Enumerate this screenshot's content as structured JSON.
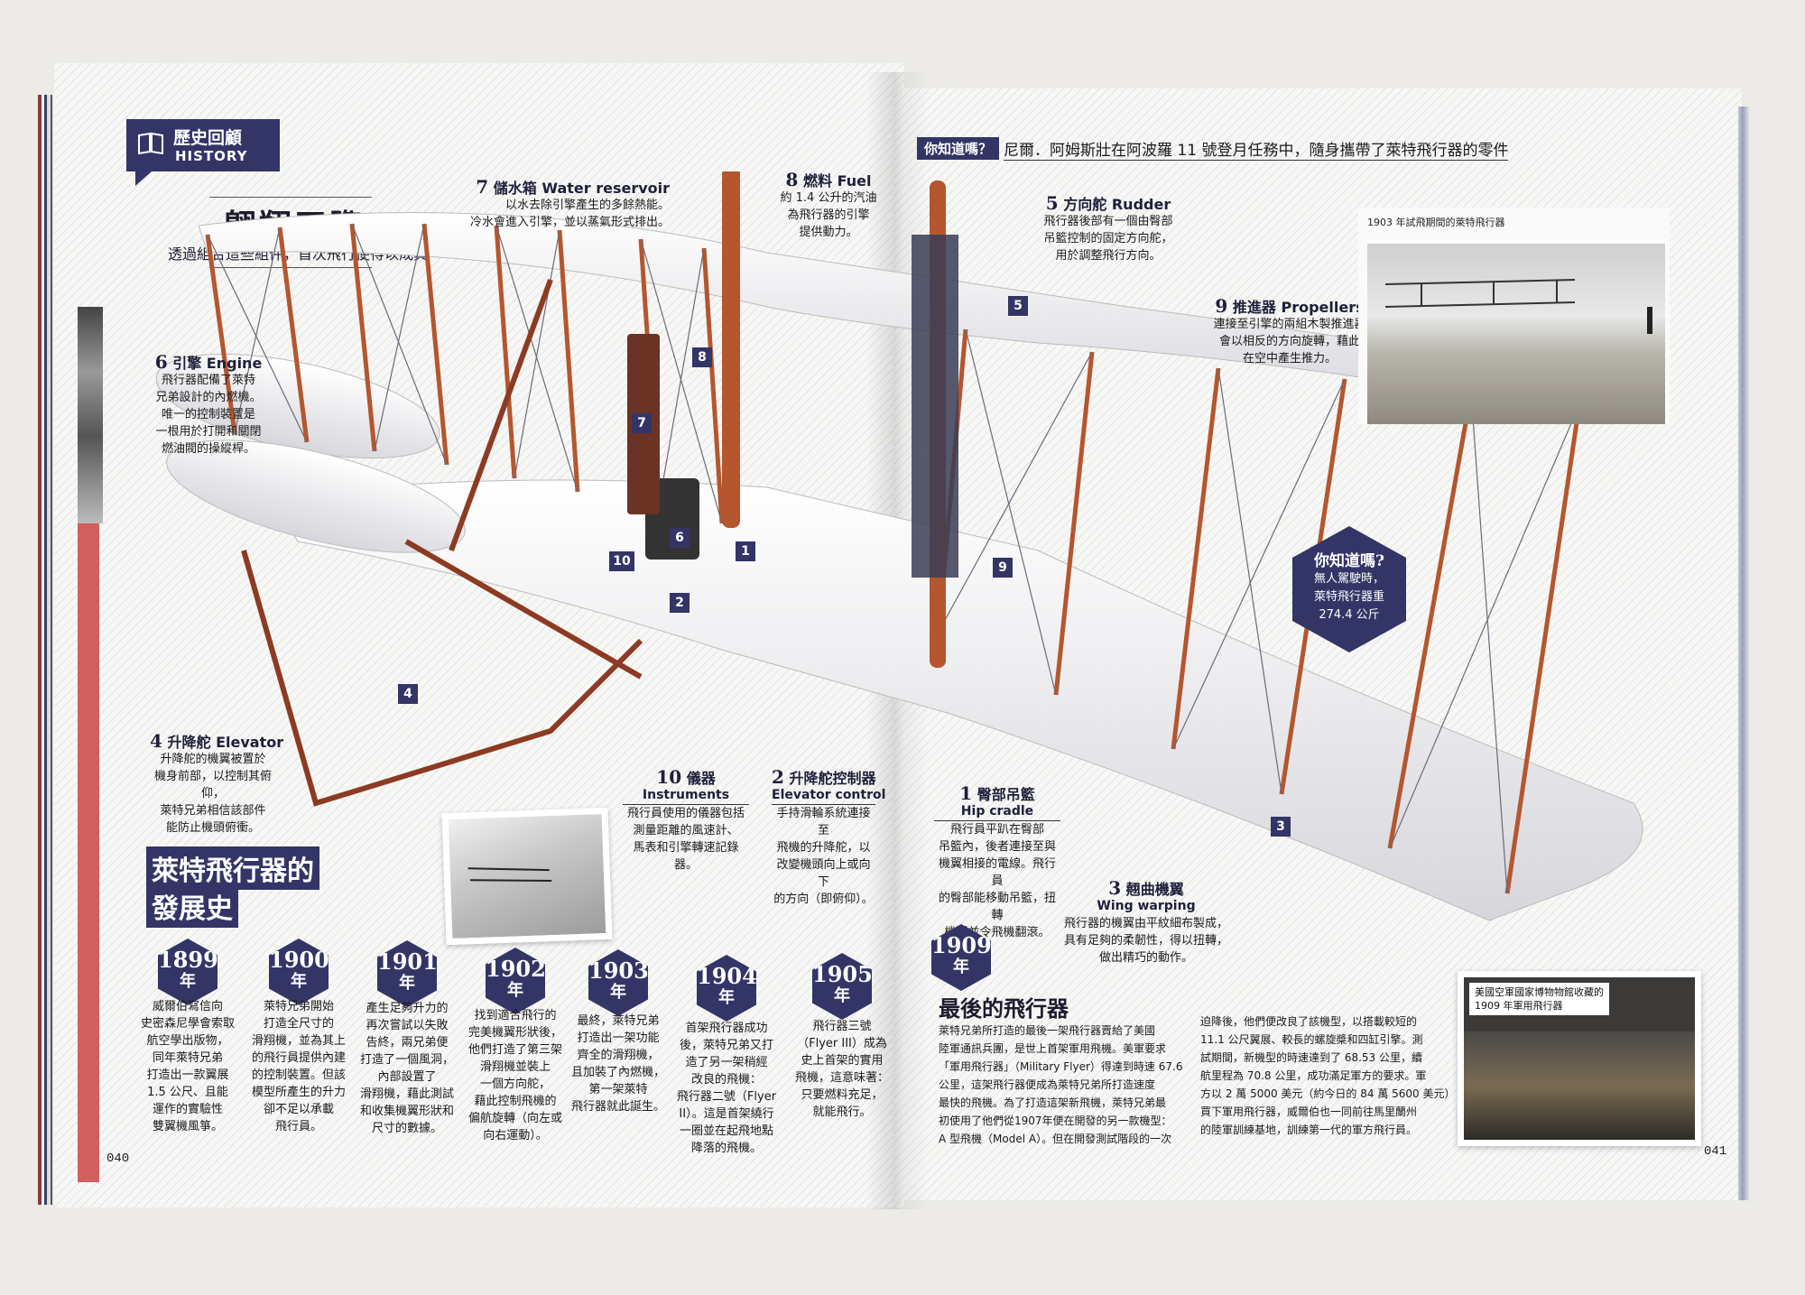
{
  "history_badge": {
    "zh": "歷史回顧",
    "en": "HISTORY"
  },
  "feature": {
    "title": "翱翔天際",
    "subtitle": "透過組合這些組件，首次飛行便得以成真"
  },
  "did_you_know_banner": {
    "tag": "你知道嗎？",
    "text": "尼爾．阿姆斯壯在阿波羅 11 號登月任務中，隨身攜帶了萊特飛行器的零件"
  },
  "did_you_know_hex": {
    "title": "你知道嗎?",
    "line1": "無人駕駛時，",
    "line2": "萊特飛行器重",
    "line3": "274.4 公斤"
  },
  "parts": {
    "p1": {
      "num": "1",
      "zh": "臀部吊籃",
      "en": "Hip cradle",
      "body": [
        "飛行員平趴在臀部",
        "吊籃內，後者連接至與",
        "機翼相接的電線。飛行員",
        "的臀部能移動吊籃，扭轉",
        "機翼並令飛機翻滾。"
      ]
    },
    "p2": {
      "num": "2",
      "zh": "升降舵控制器",
      "en": "Elevator control",
      "body": [
        "手持滑輪系統連接至",
        "飛機的升降舵，以",
        "改變機頭向上或向下",
        "的方向（即俯仰）。"
      ]
    },
    "p3": {
      "num": "3",
      "zh": "翹曲機翼",
      "en": "Wing warping",
      "body": [
        "飛行器的機翼由平紋細布製成，",
        "具有足夠的柔韌性，得以扭轉，",
        "做出精巧的動作。"
      ]
    },
    "p4": {
      "num": "4",
      "zh": "升降舵",
      "en": "Elevator",
      "body": [
        "升降舵的機翼被置於",
        "機身前部，以控制其俯仰，",
        "萊特兄弟相信該部件",
        "能防止機頭俯衝。"
      ]
    },
    "p5": {
      "num": "5",
      "zh": "方向舵",
      "en": "Rudder",
      "body": [
        "飛行器後部有一個由臀部",
        "吊籃控制的固定方向舵，",
        "用於調整飛行方向。"
      ]
    },
    "p6": {
      "num": "6",
      "zh": "引擎",
      "en": "Engine",
      "body": [
        "飛行器配備了萊特",
        "兄弟設計的內燃機。",
        "唯一的控制裝置是",
        "一根用於打開和關閉",
        "燃油閥的操縱桿。"
      ]
    },
    "p7": {
      "num": "7",
      "zh": "儲水箱",
      "en": "Water reservoir",
      "body": [
        "以水去除引擎產生的多餘熱能。",
        "冷水會進入引擎，並以蒸氣形式排出。"
      ]
    },
    "p8": {
      "num": "8",
      "zh": "燃料",
      "en": "Fuel",
      "body": [
        "約 1.4 公升的汽油",
        "為飛行器的引擎",
        "提供動力。"
      ]
    },
    "p9": {
      "num": "9",
      "zh": "推進器",
      "en": "Propellers",
      "body": [
        "連接至引擎的兩組木製推進器",
        "會以相反的方向旋轉，藉此",
        "在空中產生推力。"
      ]
    },
    "p10": {
      "num": "10",
      "zh": "儀器",
      "en": "Instruments",
      "body": [
        "飛行員使用的儀器包括",
        "測量距離的風速計、",
        "馬表和引擎轉速記錄器。"
      ]
    }
  },
  "photos": {
    "photo_1903": "1903 年試飛期間的萊特飛行器",
    "photo_museum": [
      "美國空軍國家博物物館收藏的",
      "1909 年軍用飛行器"
    ]
  },
  "timeline": {
    "title_line1": "萊特飛行器的",
    "title_line2": "發展史",
    "year_suffix": "年",
    "entries": [
      {
        "year": "1899",
        "text": [
          "威爾伯寫信向",
          "史密森尼學會索取",
          "航空學出版物，",
          "同年萊特兄弟",
          "打造出一款翼展",
          "1.5 公尺、且能",
          "運作的實驗性",
          "雙翼機風箏。"
        ]
      },
      {
        "year": "1900",
        "text": [
          "萊特兄弟開始",
          "打造全尺寸的",
          "滑翔機，並為其上",
          "的飛行員提供內建",
          "的控制裝置。但該",
          "模型所產生的升力",
          "卻不足以承載",
          "飛行員。"
        ]
      },
      {
        "year": "1901",
        "text": [
          "產生足夠升力的",
          "再次嘗試以失敗",
          "告終，兩兄弟便",
          "打造了一個風洞，",
          "內部設置了",
          "滑翔機，藉此測試",
          "和收集機翼形狀和",
          "尺寸的數據。"
        ]
      },
      {
        "year": "1902",
        "text": [
          "找到適合飛行的",
          "完美機翼形狀後，",
          "他們打造了第三架",
          "滑翔機並裝上",
          "一個方向舵，",
          "藉此控制飛機的",
          "偏航旋轉（向左或",
          "向右運動）。"
        ]
      },
      {
        "year": "1903",
        "text": [
          "最終，萊特兄弟",
          "打造出一架功能",
          "齊全的滑翔機，",
          "且加裝了內燃機，",
          "第一架萊特",
          "飛行器就此誕生。"
        ]
      },
      {
        "year": "1904",
        "text": [
          "首架飛行器成功",
          "後，萊特兄弟又打",
          "造了另一架稍經",
          "改良的飛機：",
          "飛行器二號（Flyer",
          "II）。這是首架繞行",
          "一圈並在起飛地點",
          "降落的飛機。"
        ]
      },
      {
        "year": "1905",
        "text": [
          "飛行器三號",
          "（Flyer III）成為",
          "史上首架的實用",
          "飛機，這意味著：",
          "只要燃料充足，",
          "就能飛行。"
        ]
      },
      {
        "year": "1909",
        "text": []
      }
    ]
  },
  "final_section": {
    "title": "最後的飛行器",
    "col1": [
      "萊特兄弟所打造的最後一架飛行器賣給了美國",
      "陸軍通訊兵團，是世上首架軍用飛機。美軍要求",
      "「軍用飛行器」（Military Flyer）得達到時速 67.6",
      "公里，這架飛行器便成為萊特兄弟所打造速度",
      "最快的飛機。為了打造這架新飛機，萊特兄弟最",
      "初使用了他們從1907年便在開發的另一款機型：",
      "A 型飛機（Model A）。但在開發測試階段的一次"
    ],
    "col2": [
      "迫降後，他們便改良了該機型，以搭載較短的",
      "11.1 公尺翼展、較長的螺旋槳和四缸引擎。測",
      "試期間，新機型的時速達到了 68.53 公里，續",
      "航里程為 70.8 公里，成功滿足軍方的要求。軍",
      "方以 2 萬 5000 美元（約今日的 84 萬 5600 美元）",
      "買下軍用飛行器，威爾伯也一同前往馬里蘭州",
      "的陸軍訓練基地，訓練第一代的軍方飛行員。"
    ]
  },
  "page_numbers": {
    "left": "040",
    "right": "041"
  },
  "colors": {
    "navy": "#333566",
    "wing": "#f4f4f6",
    "strut": "#b5562f"
  }
}
